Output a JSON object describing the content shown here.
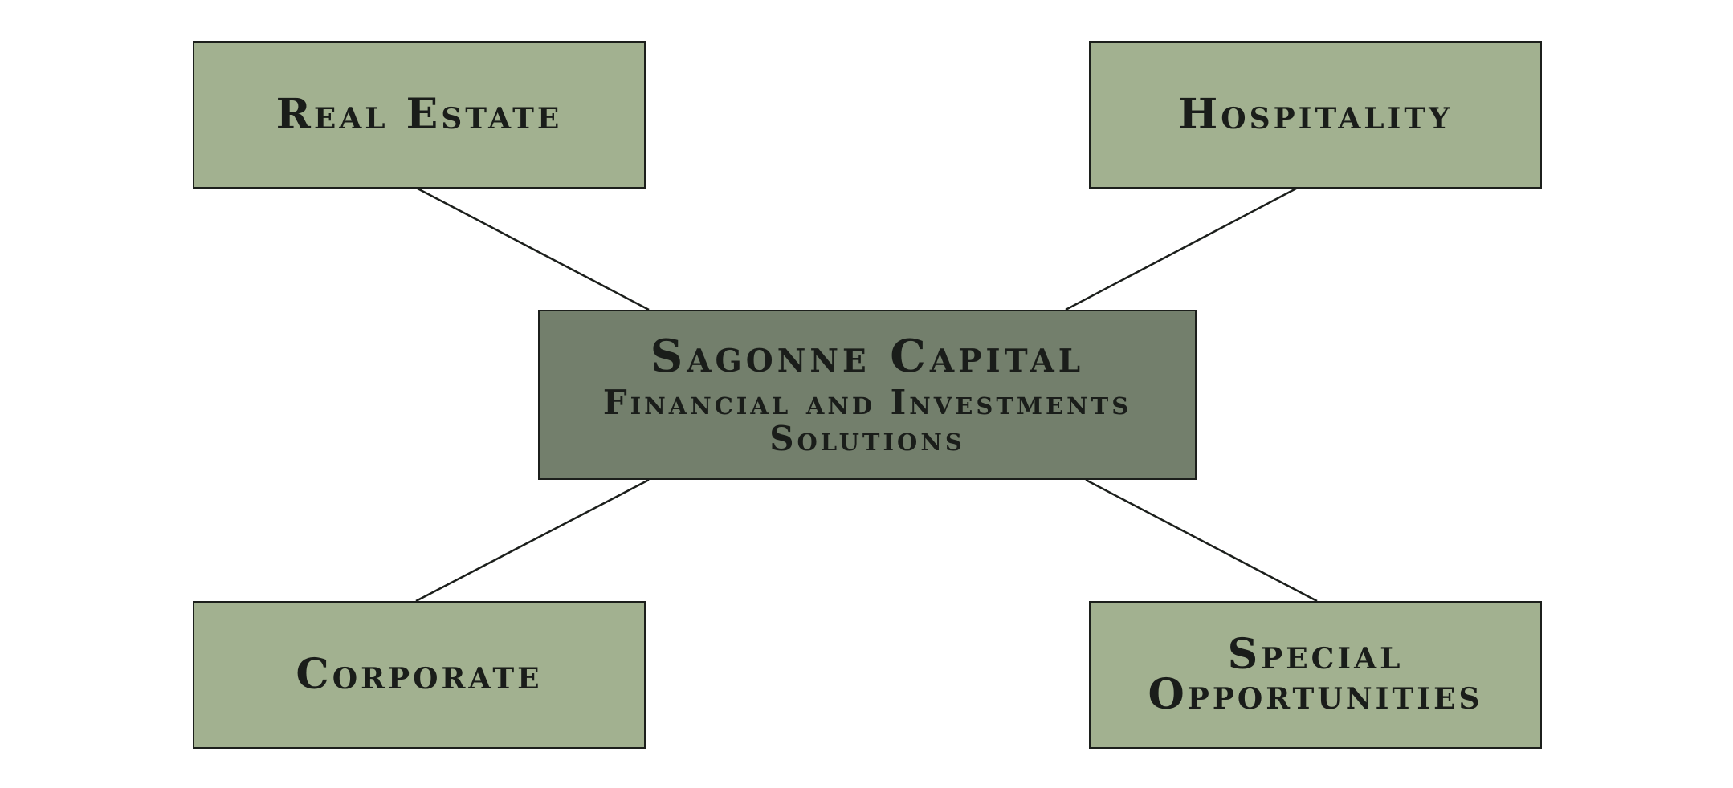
{
  "center": {
    "title": "Sagonne Capital",
    "subtitle": "Financial and Investments Solutions"
  },
  "branches": {
    "real_estate": "Real Estate",
    "hospitality": "Hospitality",
    "corporate": "Corporate",
    "special_opportunities": "Special Opportunities"
  },
  "colors": {
    "center_fill": "#737f6c",
    "branch_fill": "#a2b190",
    "border": "#1c1f1c",
    "text": "#1a1d1a",
    "connector": "#1c1f1c"
  }
}
